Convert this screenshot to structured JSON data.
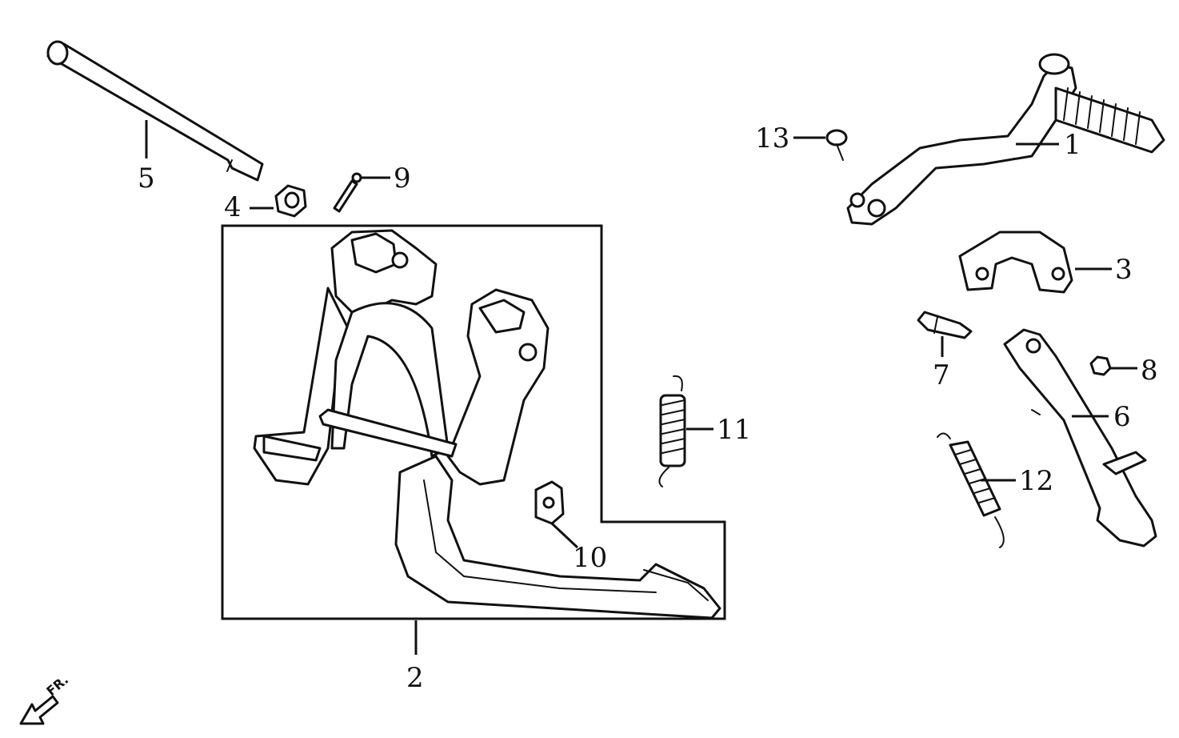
{
  "diagram": {
    "callouts": {
      "c1": "1",
      "c2": "2",
      "c3": "3",
      "c4": "4",
      "c5": "5",
      "c6": "6",
      "c7": "7",
      "c8": "8",
      "c9": "9",
      "c10": "10",
      "c11": "11",
      "c12": "12",
      "c13": "13"
    },
    "front_indicator": "FR."
  }
}
